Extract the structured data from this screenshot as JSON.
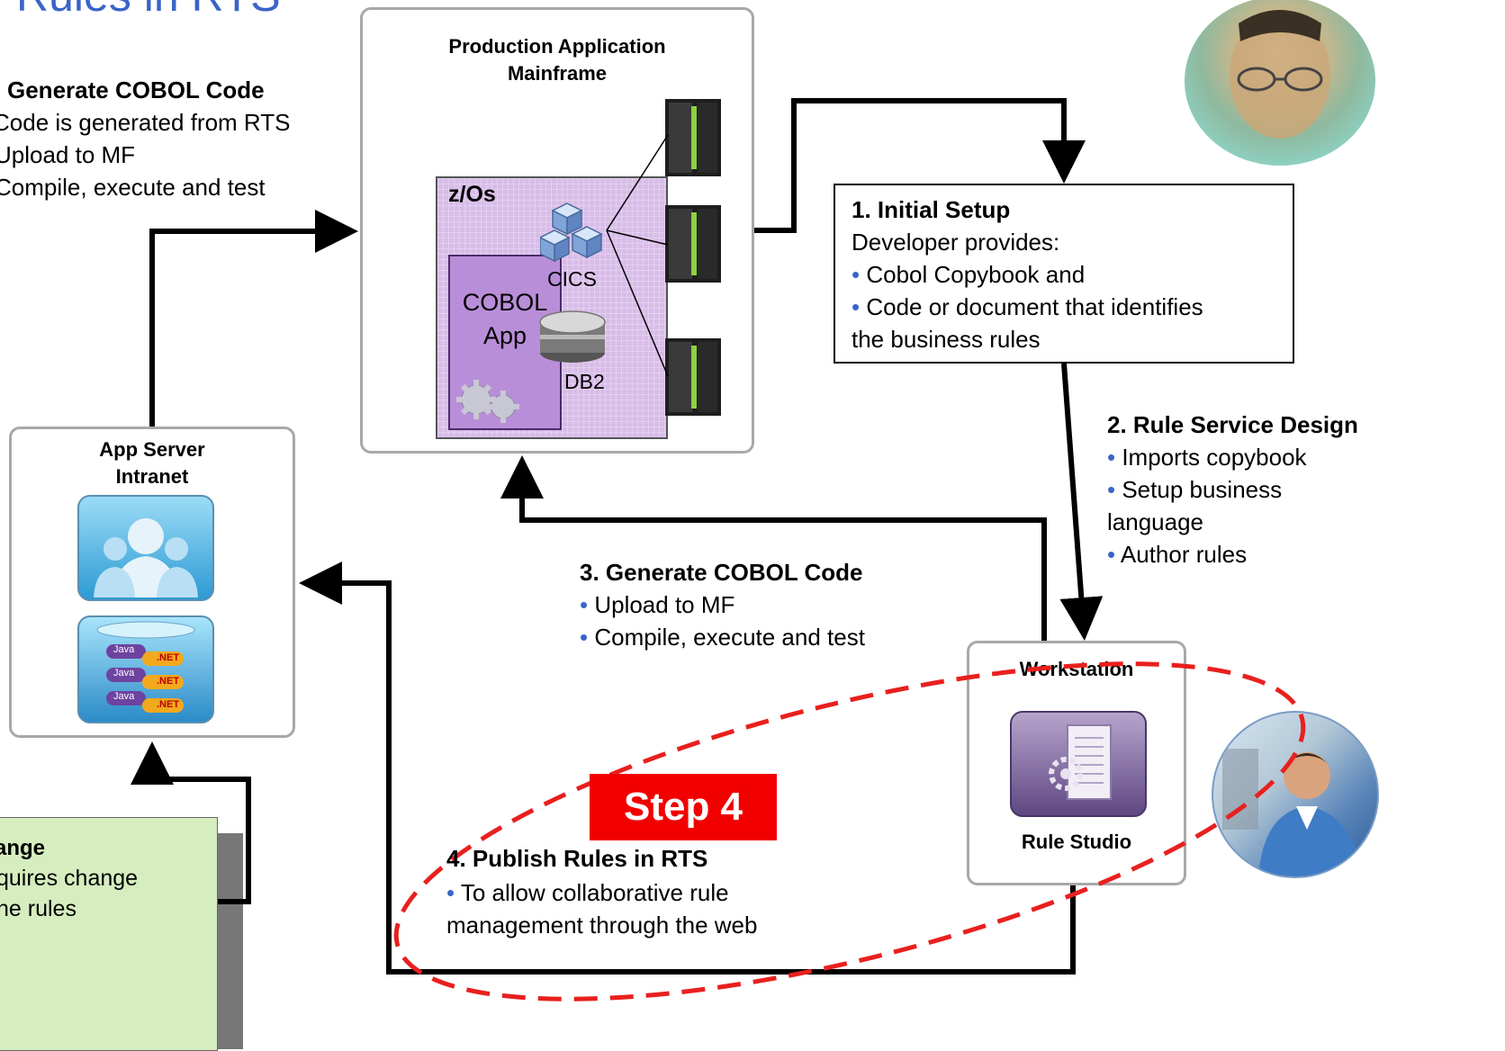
{
  "title_partial": "Rules in RTS",
  "mainframe": {
    "title_line1": "Production Application",
    "title_line2": "Mainframe",
    "zos_label": "z/Os",
    "cobol_line1": "COBOL",
    "cobol_line2": "App",
    "cics_label": "CICS",
    "db2_label": "DB2"
  },
  "app_server": {
    "title_line1": "App Server",
    "title_line2": "Intranet"
  },
  "app_icons": {
    "java": "Java",
    "net": ".NET"
  },
  "workstation": {
    "title": "Workstation",
    "tool_label": "Rule Studio"
  },
  "step0": {
    "heading": "Generate COBOL Code",
    "items": [
      "Code is generated from RTS",
      "Upload to MF",
      "Compile, execute and test"
    ]
  },
  "step1": {
    "heading": "1. Initial Setup",
    "intro": "Developer provides:",
    "bullet1": "Cobol Copybook and",
    "bullet2": "Code or document that identifies",
    "bullet2_cont": "the business rules"
  },
  "step2": {
    "heading": "2. Rule Service Design",
    "bullet1": "Imports copybook",
    "bullet2": "Setup business",
    "bullet2_cont": "language",
    "bullet3": "Author rules"
  },
  "step3": {
    "heading": "3. Generate COBOL Code",
    "bullet1": "Upload to MF",
    "bullet2": "Compile, execute and test"
  },
  "step4": {
    "badge": "Step 4",
    "heading": "4. Publish Rules in RTS",
    "bullet1": "To allow collaborative rule",
    "bullet1_cont": "management through the web"
  },
  "change_note": {
    "heading": "ange",
    "line1": "quires change",
    "line2": "he rules"
  },
  "colors": {
    "accent_blue": "#3a64c8",
    "step_red": "#f20000",
    "note_green": "#d6edbf",
    "zos_purple": "#d8bde8"
  }
}
